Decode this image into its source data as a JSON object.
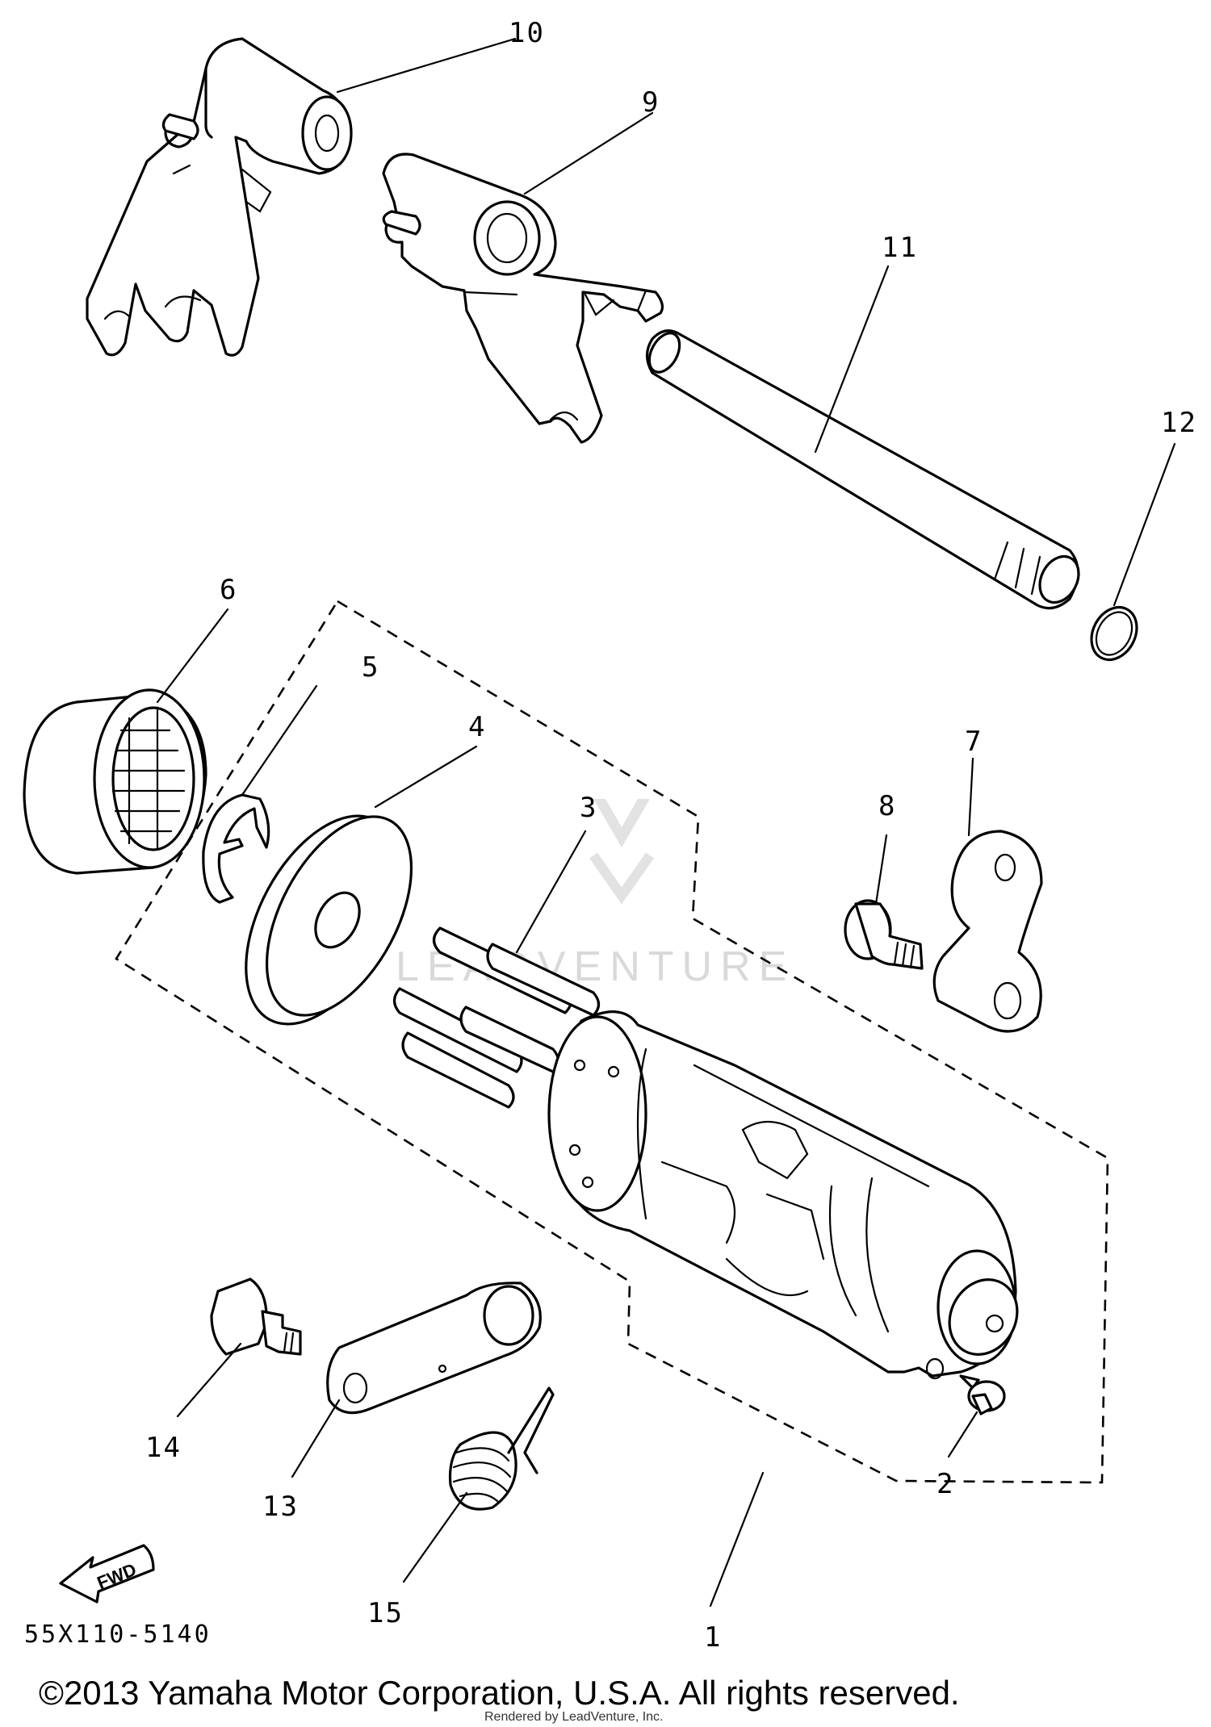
{
  "callouts": [
    {
      "id": "1",
      "label": "1"
    },
    {
      "id": "2",
      "label": "2"
    },
    {
      "id": "3",
      "label": "3"
    },
    {
      "id": "4",
      "label": "4"
    },
    {
      "id": "5",
      "label": "5"
    },
    {
      "id": "6",
      "label": "6"
    },
    {
      "id": "7",
      "label": "7"
    },
    {
      "id": "8",
      "label": "8"
    },
    {
      "id": "9",
      "label": "9"
    },
    {
      "id": "10",
      "label": "10"
    },
    {
      "id": "11",
      "label": "11"
    },
    {
      "id": "12",
      "label": "12"
    },
    {
      "id": "13",
      "label": "13"
    },
    {
      "id": "14",
      "label": "14"
    },
    {
      "id": "15",
      "label": "15"
    }
  ],
  "fwd_label": "FWD",
  "diagram_code": "55X110-5140",
  "copyright": "©2013 Yamaha Motor Corporation, U.S.A. All rights reserved.",
  "rendered_by": "Rendered by LeadVenture, Inc.",
  "watermark": "LEADVENTURE"
}
